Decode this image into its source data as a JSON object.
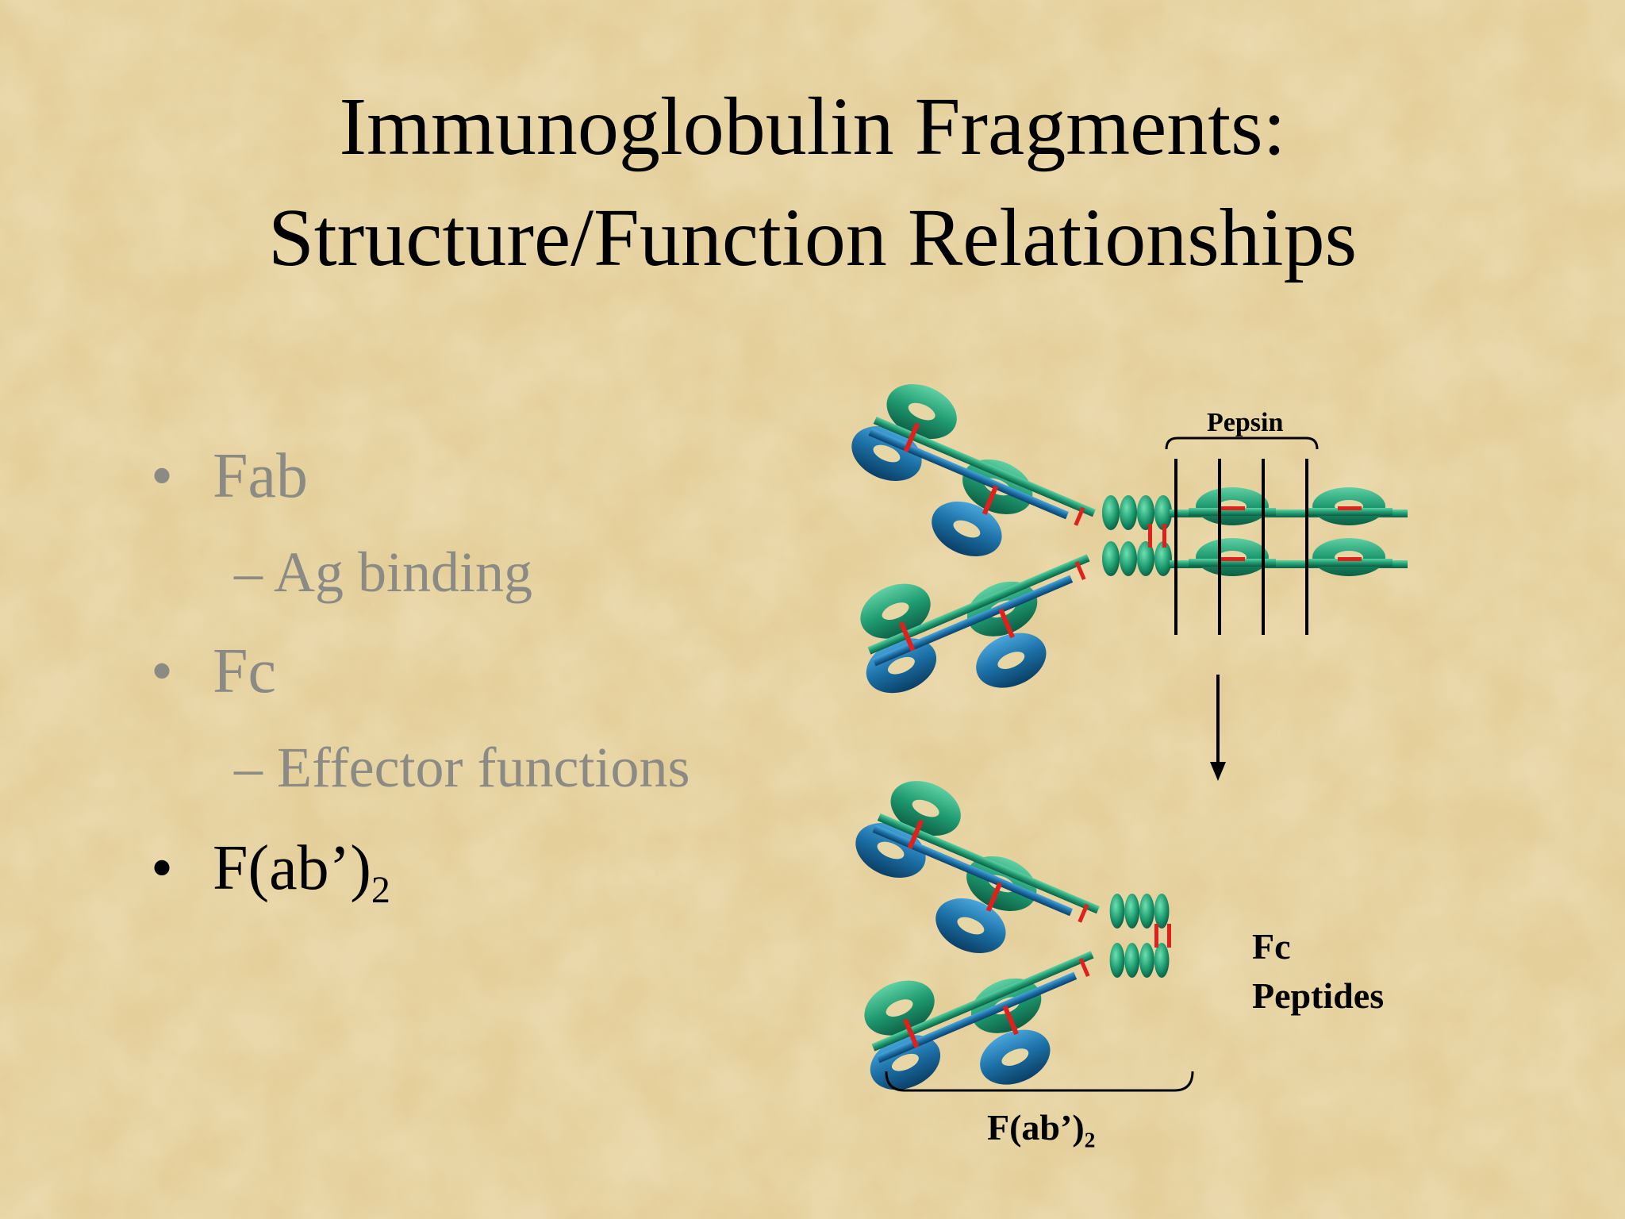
{
  "title": {
    "line1": "Immunoglobulin Fragments:",
    "line2": "Structure/Function Relationships"
  },
  "bullets": [
    {
      "text": "Fab",
      "state": "dimmed"
    },
    {
      "text": "– Ag binding",
      "state": "dimmed"
    },
    {
      "text": "Fc",
      "state": "dimmed"
    },
    {
      "text": "– Effector functions",
      "state": "dimmed"
    },
    {
      "text": "F(ab’)",
      "subscript": "2",
      "state": "active"
    }
  ],
  "diagram": {
    "enzyme_label": "Pepsin",
    "product_label": "F(ab’)",
    "product_subscript": "2",
    "byproduct_line1": "Fc",
    "byproduct_line2": "Peptides"
  },
  "colors": {
    "heavy_chain": "#2a9a74",
    "light_chain": "#1a6fa3",
    "disulfide": "#e0201c",
    "text_dimmed": "#8c8a84",
    "background": "#e6d29e"
  }
}
